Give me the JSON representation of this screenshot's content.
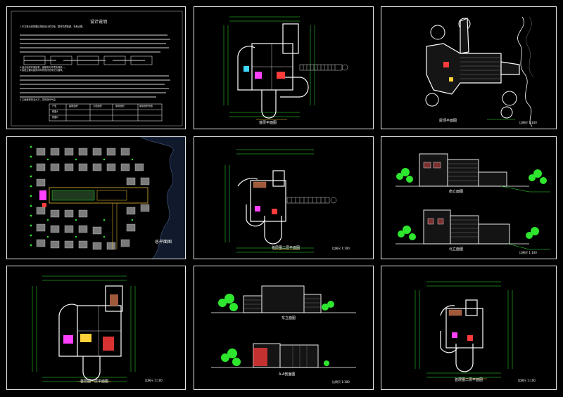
{
  "sheets": {
    "design_notes": {
      "title": "设计说明",
      "paragraphs": [
        "1.本方案为某别墅区规划设计的方案，整体构思新颖，布局合理。",
        "2.结合地形布置建筑，使建筑与环境协调统一。",
        "3.各层主要功能房间均有良好的采光与通风。",
        "4.立面造型简洁大方，富有现代气息。"
      ],
      "table_headers": [
        "户型",
        "建筑面积",
        "占地面积",
        "使用面积",
        "使用面积系数"
      ],
      "table_rows": [
        [
          "别墅A",
          "",
          "",
          "",
          ""
        ],
        [
          "别墅B",
          "",
          "",
          "",
          ""
        ]
      ]
    },
    "floor_plan_1": {
      "title": "首层平面图"
    },
    "site_plan": {
      "title": "屋顶平面图",
      "scale": "比例尺 1:100"
    },
    "master_plan": {
      "title": "总平面图"
    },
    "floor_plan_2": {
      "title": "首层图二层平面图",
      "scale": "比例尺 1:100"
    },
    "elevation_a": {
      "title_top": "南立面图",
      "title_bottom": "北立面图",
      "scale": "比例尺 1:100"
    },
    "floor_plan_3": {
      "title": "首层图一层平面图",
      "scale": "比例尺 1:100"
    },
    "elevation_b": {
      "title_top": "东立面图",
      "title_bottom": "A-A剖面图",
      "scale": "比例尺 1:100"
    },
    "floor_plan_4": {
      "title": "首层图二层平面图",
      "scale": "比例尺 1:100"
    }
  },
  "colors": {
    "background": "#000000",
    "frame": "#e8e8e8",
    "wall": "#ffffff",
    "dimension": "#2ee62e",
    "accent_yellow": "#ffd23a",
    "accent_red": "#ff3b3b",
    "accent_cyan": "#3fd8ff",
    "accent_magenta": "#ff40ff"
  }
}
